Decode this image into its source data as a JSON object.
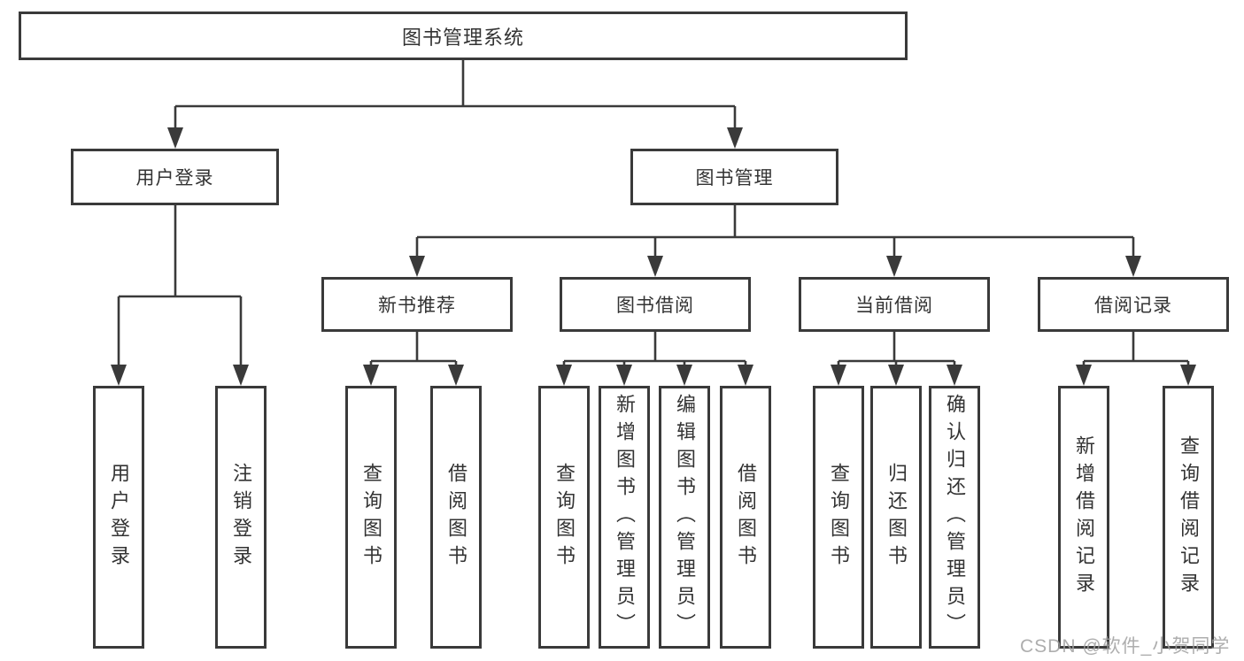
{
  "colors": {
    "line": "#3a3a3a",
    "text": "#333333",
    "bg": "#ffffff",
    "watermark": "#a0a0a0"
  },
  "watermark": {
    "text": "CSDN @软件_小贺同学"
  },
  "tree": {
    "root": {
      "label": "图书管理系统"
    },
    "branches": [
      {
        "label": "用户登录",
        "children": [
          {
            "label": "用户登录"
          },
          {
            "label": "注销登录"
          }
        ]
      },
      {
        "label": "图书管理",
        "children": [
          {
            "label": "新书推荐",
            "children": [
              {
                "label": "查询图书"
              },
              {
                "label": "借阅图书"
              }
            ]
          },
          {
            "label": "图书借阅",
            "children": [
              {
                "label": "查询图书"
              },
              {
                "label": "新增图书（管理员）"
              },
              {
                "label": "编辑图书（管理员）"
              },
              {
                "label": "借阅图书"
              }
            ]
          },
          {
            "label": "当前借阅",
            "children": [
              {
                "label": "查询图书"
              },
              {
                "label": "归还图书"
              },
              {
                "label": "确认归还（管理员）"
              }
            ]
          },
          {
            "label": "借阅记录",
            "children": [
              {
                "label": "新增借阅记录"
              },
              {
                "label": "查询借阅记录"
              }
            ]
          }
        ]
      }
    ]
  }
}
